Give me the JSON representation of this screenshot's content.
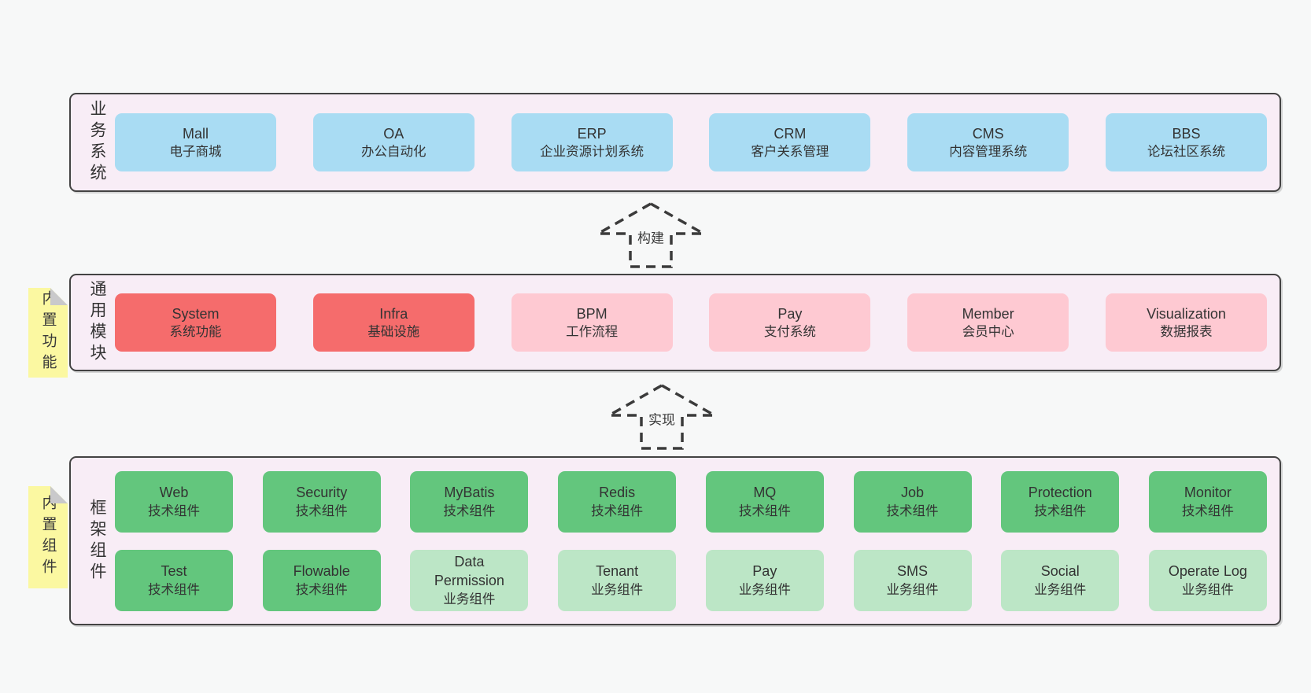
{
  "colors": {
    "page_bg": "#f7f8f8",
    "section_bg": "#f8edf6",
    "section_border": "#434343",
    "box_blue": "#a9dcf3",
    "box_red": "#f56c6c",
    "box_pink": "#fec9d2",
    "box_green": "#63c67d",
    "box_lightgreen": "#bce6c6",
    "note_yellow": "#fbf8a1",
    "note_fold_gray": "#c9c9cb",
    "text": "#333333"
  },
  "arrows": {
    "build": "构建",
    "implement": "实现"
  },
  "sections": {
    "business": {
      "label": "业务系统",
      "boxes": [
        {
          "en": "Mall",
          "zh": "电子商城"
        },
        {
          "en": "OA",
          "zh": "办公自动化"
        },
        {
          "en": "ERP",
          "zh": "企业资源计划系统"
        },
        {
          "en": "CRM",
          "zh": "客户关系管理"
        },
        {
          "en": "CMS",
          "zh": "内容管理系统"
        },
        {
          "en": "BBS",
          "zh": "论坛社区系统"
        }
      ]
    },
    "modules": {
      "label": "通用模块",
      "note": "内置功能",
      "boxes": [
        {
          "en": "System",
          "zh": "系统功能",
          "variant": "red"
        },
        {
          "en": "Infra",
          "zh": "基础设施",
          "variant": "red"
        },
        {
          "en": "BPM",
          "zh": "工作流程",
          "variant": "pink"
        },
        {
          "en": "Pay",
          "zh": "支付系统",
          "variant": "pink"
        },
        {
          "en": "Member",
          "zh": "会员中心",
          "variant": "pink"
        },
        {
          "en": "Visualization",
          "zh": "数据报表",
          "variant": "pink"
        }
      ]
    },
    "framework": {
      "label": "框架组件",
      "note": "内置组件",
      "row1": [
        {
          "en": "Web",
          "zh": "技术组件",
          "variant": "green"
        },
        {
          "en": "Security",
          "zh": "技术组件",
          "variant": "green"
        },
        {
          "en": "MyBatis",
          "zh": "技术组件",
          "variant": "green"
        },
        {
          "en": "Redis",
          "zh": "技术组件",
          "variant": "green"
        },
        {
          "en": "MQ",
          "zh": "技术组件",
          "variant": "green"
        },
        {
          "en": "Job",
          "zh": "技术组件",
          "variant": "green"
        },
        {
          "en": "Protection",
          "zh": "技术组件",
          "variant": "green"
        },
        {
          "en": "Monitor",
          "zh": "技术组件",
          "variant": "green"
        }
      ],
      "row2": [
        {
          "en": "Test",
          "zh": "技术组件",
          "variant": "green"
        },
        {
          "en": "Flowable",
          "zh": "技术组件",
          "variant": "green"
        },
        {
          "en": "Data Permission",
          "zh": "业务组件",
          "variant": "lightgreen"
        },
        {
          "en": "Tenant",
          "zh": "业务组件",
          "variant": "lightgreen"
        },
        {
          "en": "Pay",
          "zh": "业务组件",
          "variant": "lightgreen"
        },
        {
          "en": "SMS",
          "zh": "业务组件",
          "variant": "lightgreen"
        },
        {
          "en": "Social",
          "zh": "业务组件",
          "variant": "lightgreen"
        },
        {
          "en": "Operate Log",
          "zh": "业务组件",
          "variant": "lightgreen"
        }
      ]
    }
  }
}
